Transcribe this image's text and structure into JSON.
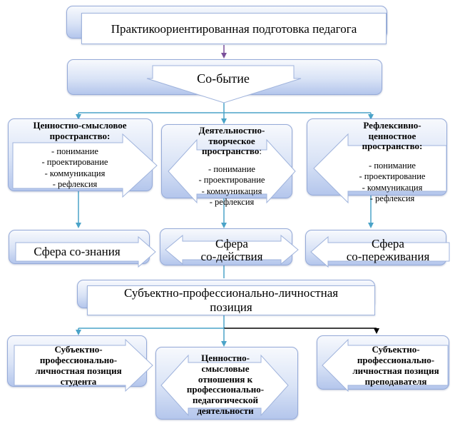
{
  "title": "Практикоориентированная подготовка педагога",
  "event": "Со-бытие",
  "spaces": {
    "left": {
      "heading": "Ценностно-смысловое пространство:",
      "items": [
        "- понимание",
        "- проектирование",
        "- коммуникация",
        "- рефлексия"
      ]
    },
    "middle": {
      "heading_line1": "Деятельностно-",
      "heading_line2": "творческое",
      "heading_line3": "пространство",
      "heading_suffix": ":",
      "items": [
        "- понимание",
        "- проектирование",
        "- коммуникация",
        "- рефлексия"
      ]
    },
    "right": {
      "heading_line1": "Рефлексивно-",
      "heading_line2": "ценностное",
      "heading_line3": "пространство:",
      "items": [
        "- понимание",
        "- проектирование",
        "- коммуникация",
        "- рефлексия"
      ]
    }
  },
  "spheres": {
    "left": "Сфера со-знания",
    "middle_line1": "Сфера",
    "middle_line2": "со-действия",
    "right_line1": "Сфера",
    "right_line2": "со-переживания"
  },
  "position": {
    "line1": "Субъектно-профессионально-личностная",
    "line2": "позиция"
  },
  "bottom": {
    "left": [
      "Субъектно-",
      "профессионально-",
      "личностная позиция",
      "студента"
    ],
    "middle": [
      "Ценностно-",
      "смысловые",
      "отношения к",
      "профессионально-",
      "педагогической",
      "деятельности"
    ],
    "right": [
      "Субъектно-",
      "профессионально-",
      "личностная позиция",
      "преподавателя"
    ]
  },
  "colors": {
    "pane_top": "#f7f9fd",
    "pane_bottom": "#b4c6ec",
    "pane_border": "#95aad8",
    "connector": "#4aa3c8",
    "title_connector": "#7a4f9a",
    "black_connector": "#000000"
  }
}
